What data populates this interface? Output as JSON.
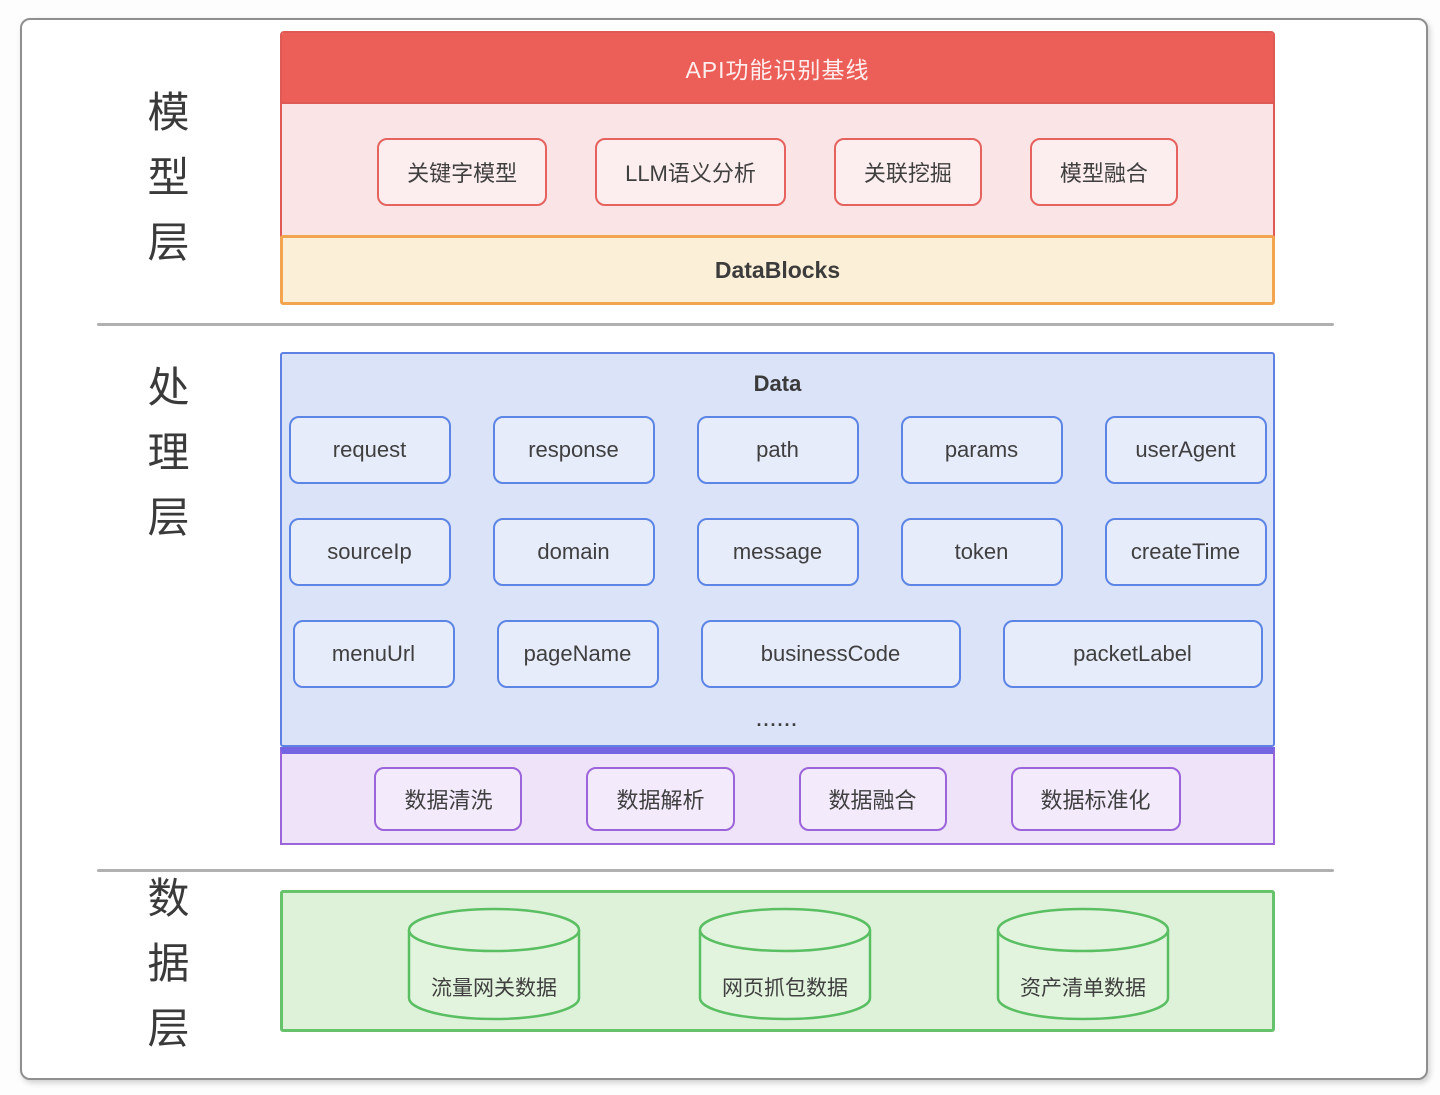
{
  "layers": {
    "model": {
      "side_label": "模型层",
      "header": "API功能识别基线",
      "chips": [
        "关键字模型",
        "LLM语义分析",
        "关联挖掘",
        "模型融合"
      ],
      "band": "DataBlocks"
    },
    "process": {
      "side_label": "处理层",
      "title": "Data",
      "chip_rows": [
        [
          "request",
          "response",
          "path",
          "params",
          "userAgent"
        ],
        [
          "sourceIp",
          "domain",
          "message",
          "token",
          "createTime"
        ],
        [
          "menuUrl",
          "pageName",
          "businessCode",
          "packetLabel"
        ]
      ],
      "ellipsis": "......",
      "band_chips": [
        "数据清洗",
        "数据解析",
        "数据融合",
        "数据标准化"
      ]
    },
    "data": {
      "side_label": "数据层",
      "cylinders": [
        "流量网关数据",
        "网页抓包数据",
        "资产清单数据"
      ]
    }
  },
  "colors": {
    "model_header_bg": "#ec5f58",
    "model_body_bg": "#fae4e6",
    "datablocks_border": "#f2a54e",
    "datablocks_bg": "#fcefd8",
    "process_bg": "#dbe3f8",
    "process_border": "#5e81e2",
    "purple_band_bg": "#eee3f8",
    "purple_border": "#9c64da",
    "purple_top_line": "#7565e2",
    "data_bg": "#def2d9",
    "data_border": "#66c36b",
    "text": "#3d3d3d"
  }
}
